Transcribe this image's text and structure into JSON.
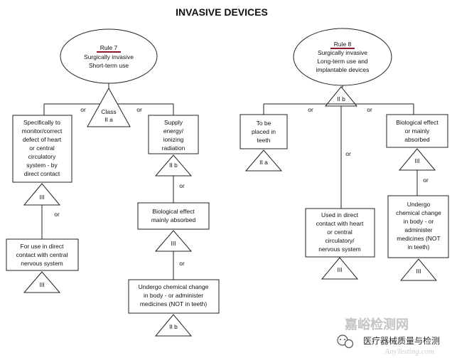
{
  "title": "INVASIVE DEVICES",
  "rule7": {
    "label": "Rule 7",
    "line1": "Surgically invasive",
    "line2": "Short-term use",
    "class_line1": "Class",
    "class_line2": "II a",
    "or_left": "or",
    "or_right": "or",
    "left_box": [
      "Specifically to",
      "monitor/correct",
      "defect of heart",
      "or central",
      "circulatory",
      "system - by",
      "direct contact"
    ],
    "left_class": "III",
    "left_or": "or",
    "left_sub_box": [
      "For use in direct",
      "contact with central",
      "nervous system"
    ],
    "left_sub_class": "III",
    "right_box": [
      "Supply",
      "energy/",
      "ionizing",
      "radiation"
    ],
    "right_class": "II b",
    "right_or": "or",
    "right_sub_box": [
      "Biological effect",
      "mainly absorbed"
    ],
    "right_sub_class": "III",
    "right_sub_or": "or",
    "right_sub2_box": [
      "Undergo chemical change",
      "in body - or administer",
      "medicines (NOT in teeth)"
    ],
    "right_sub2_class": "II b"
  },
  "rule8": {
    "label": "Rule 8",
    "line1": "Surgically invasive",
    "line2": "Long-term use and",
    "line3": "implantable devices",
    "class": "II b",
    "or_left": "or",
    "or_right": "or",
    "or_middle": "or",
    "left_box": [
      "To be",
      "placed in",
      "teeth"
    ],
    "left_class": "II a",
    "middle_box": [
      "Used in direct",
      "contact with heart",
      "or central",
      "circulatory/",
      "nervous system"
    ],
    "middle_class": "III",
    "right_box": [
      "Biological effect",
      "or mainly",
      "absorbed"
    ],
    "right_class": "III",
    "right_or": "or",
    "right_sub_box": [
      "Undergo",
      "chemical change",
      "in body - or",
      "administer",
      "medicines (NOT",
      "in teeth)"
    ],
    "right_sub_class": "III"
  },
  "watermark": {
    "logo_text": "嘉峪检测网",
    "account": "医疗器械质量与检测",
    "site": "AnyTesting.com"
  }
}
